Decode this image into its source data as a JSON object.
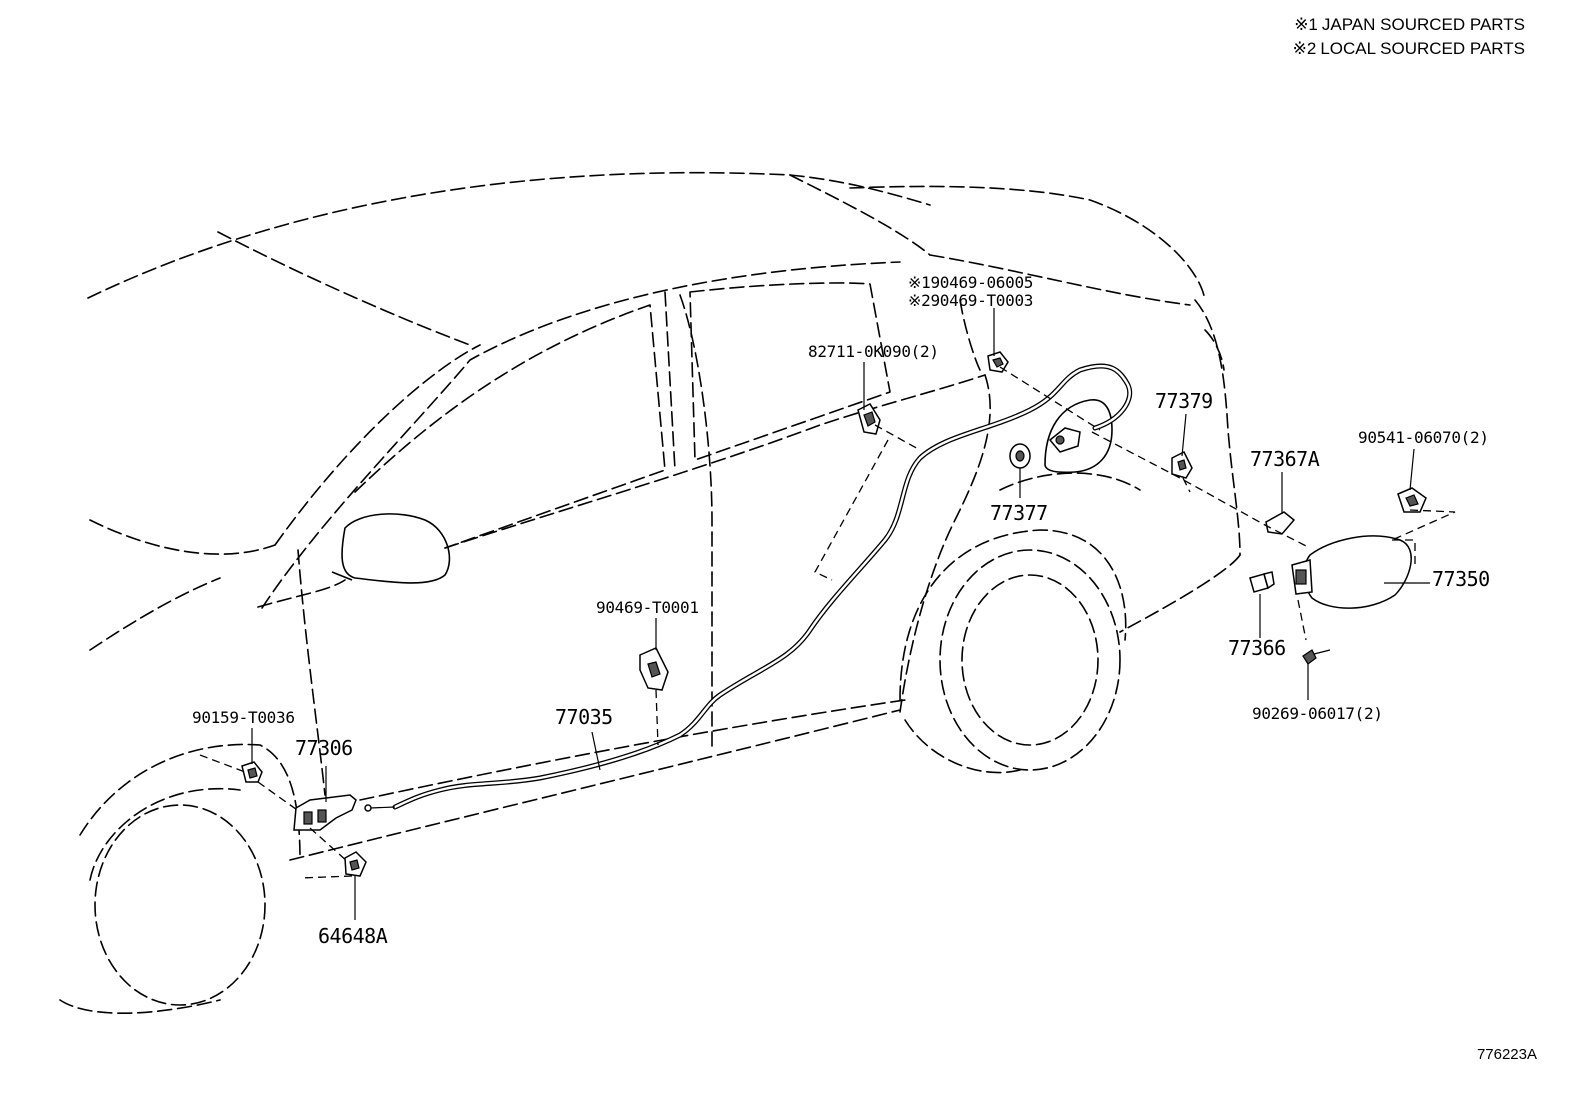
{
  "notes": [
    {
      "mark": "※1",
      "text": "JAPAN SOURCED PARTS"
    },
    {
      "mark": "※2",
      "text": "LOCAL SOURCED PARTS"
    }
  ],
  "parts": {
    "p_90469_06005": {
      "prefix": "※1",
      "number": "90469-06005"
    },
    "p_90469_T0003": {
      "prefix": "※2",
      "number": "90469-T0003"
    },
    "p_82711": {
      "number": "82711-0K090(2)"
    },
    "p_77379": {
      "number": "77379"
    },
    "p_90541": {
      "number": "90541-06070(2)"
    },
    "p_77367A": {
      "number": "77367A"
    },
    "p_77377": {
      "number": "77377"
    },
    "p_77350": {
      "number": "77350"
    },
    "p_77366": {
      "number": "77366"
    },
    "p_90269": {
      "number": "90269-06017(2)"
    },
    "p_90469_T0001": {
      "number": "90469-T0001"
    },
    "p_77035": {
      "number": "77035"
    },
    "p_90159": {
      "number": "90159-T0036"
    },
    "p_77306": {
      "number": "77306"
    },
    "p_64648A": {
      "number": "64648A"
    }
  },
  "illustration_code": "776223A"
}
